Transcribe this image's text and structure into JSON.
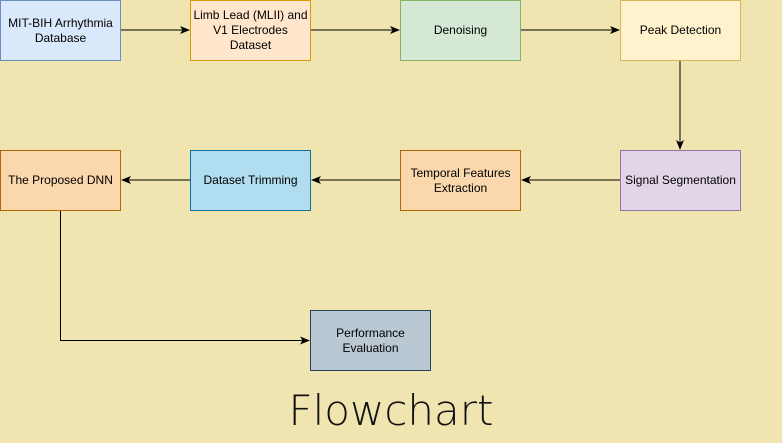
{
  "diagram": {
    "title": "Flowchart",
    "nodes": {
      "mit_bih": "MIT-BIH Arrhythmia Database",
      "limb_lead": "Limb Lead (MLII) and V1 Electrodes Dataset",
      "denoising": "Denoising",
      "peak_detection": "Peak Detection",
      "signal_segmentation": "Signal Segmentation",
      "temporal_features": "Temporal Features Extraction",
      "dataset_trimming": "Dataset Trimming",
      "proposed_dnn": "The Proposed DNN",
      "performance_evaluation": "Performance Evaluation"
    },
    "edges": [
      [
        "mit_bih",
        "limb_lead"
      ],
      [
        "limb_lead",
        "denoising"
      ],
      [
        "denoising",
        "peak_detection"
      ],
      [
        "peak_detection",
        "signal_segmentation"
      ],
      [
        "signal_segmentation",
        "temporal_features"
      ],
      [
        "temporal_features",
        "dataset_trimming"
      ],
      [
        "dataset_trimming",
        "proposed_dnn"
      ],
      [
        "proposed_dnn",
        "performance_evaluation"
      ]
    ],
    "colors": {
      "background": "#f0e4b0",
      "edge": "#000000"
    }
  }
}
